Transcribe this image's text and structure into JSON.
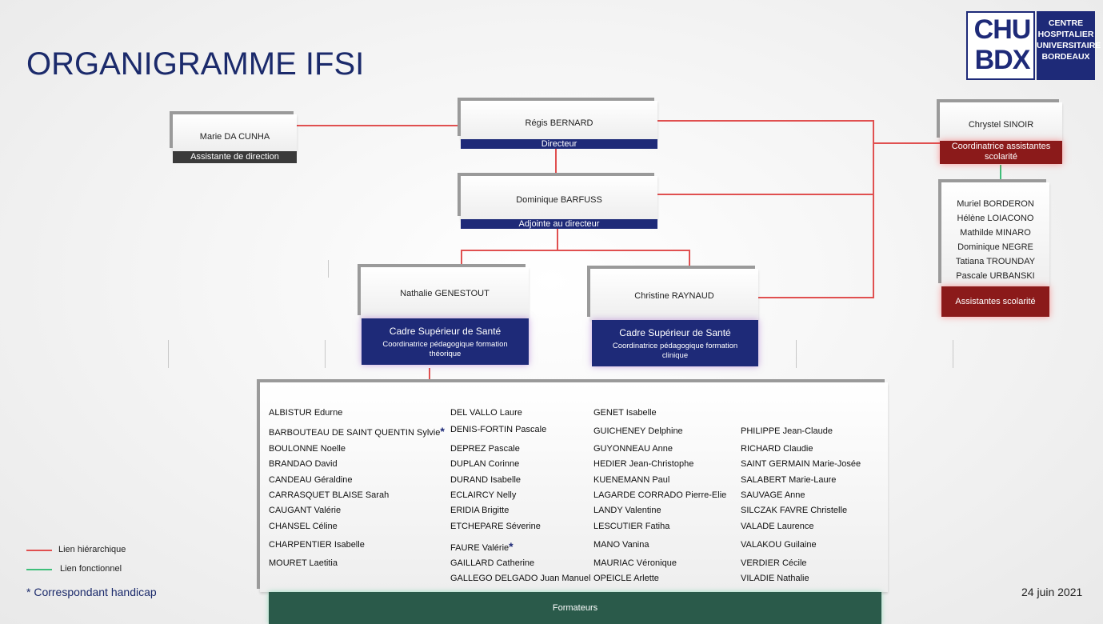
{
  "title": "ORGANIGRAMME IFSI",
  "logo": {
    "line1": "CHU",
    "line2": "BDX",
    "text": [
      "CENTRE",
      "HOSPITALIER",
      "UNIVERSITAIRE",
      "BORDEAUX"
    ]
  },
  "nodes": {
    "assistant": {
      "name": "Marie DA CUNHA",
      "role": "Assistante de direction"
    },
    "director": {
      "name": "Régis BERNARD",
      "role": "Directeur"
    },
    "deputy": {
      "name": "Dominique BARFUSS",
      "role": "Adjointe au directeur"
    },
    "coord_theory": {
      "name": "Nathalie GENESTOUT",
      "role": "Cadre Supérieur de Santé",
      "sub": "Coordinatrice pédagogique formation théorique"
    },
    "coord_clinic": {
      "name": "Christine RAYNAUD",
      "role": "Cadre Supérieur de Santé",
      "sub": "Coordinatrice pédagogique formation clinique"
    },
    "coord_assist": {
      "name": "Chrystel SINOIR",
      "role": "Coordinatrice assistantes scolarité"
    },
    "assistants": {
      "names": [
        "Muriel BORDERON",
        "Hélène LOIACONO",
        "Mathilde MINARO",
        "Dominique NEGRE",
        "Tatiana TROUNDAY",
        "Pascale URBANSKI"
      ],
      "role": "Assistantes scolarité"
    }
  },
  "trainers": {
    "role": "Formateurs",
    "col1": [
      "ALBISTUR Edurne",
      "BARBOUTEAU DE SAINT QUENTIN Sylvie",
      "BOULONNE Noelle",
      "BRANDAO David",
      "CANDEAU Géraldine",
      "CARRASQUET BLAISE Sarah",
      "CAUGANT Valérie",
      "CHANSEL Céline",
      "CHARPENTIER Isabelle",
      "MOURET Laetitia"
    ],
    "col2": [
      "DEL VALLO Laure",
      "DENIS-FORTIN Pascale",
      "DEPREZ Pascale",
      "DUPLAN Corinne",
      "DURAND Isabelle",
      "ECLAIRCY Nelly",
      "ERIDIA Brigitte",
      "ETCHEPARE Séverine",
      "FAURE Valérie",
      "GAILLARD Catherine",
      "GALLEGO DELGADO Juan Manuel"
    ],
    "col3": [
      "GENET Isabelle",
      "GUICHENEY Delphine",
      "GUYONNEAU Anne",
      "HEDIER Jean-Christophe",
      "KUENEMANN Paul",
      "LAGARDE CORRADO Pierre-Elie",
      "LANDY Valentine",
      "LESCUTIER Fatiha",
      "MANO Vanina",
      "MAURIAC Véronique",
      "OPEICLE Arlette"
    ],
    "col4": [
      "PHILIPPE Jean-Claude",
      "RICHARD Claudie",
      "SAINT GERMAIN Marie-Josée",
      "SALABERT Marie-Laure",
      "SAUVAGE Anne",
      "SILCZAK FAVRE Christelle",
      "VALADE Laurence",
      "VALAKOU Guilaine",
      "VERDIER Cécile",
      "VILADIE Nathalie"
    ],
    "star": "*"
  },
  "legend": {
    "hierarchical": "Lien hiérarchique",
    "functional": "Lien fonctionnel",
    "hierarchical_color": "#e05050",
    "functional_color": "#3fbf7a"
  },
  "footnote": "* Correspondant handicap",
  "date": "24 juin 2021",
  "colors": {
    "navy": "#1e2a78",
    "dark_red": "#8b1a1a",
    "dark_gray": "#3a3a3a",
    "dark_green": "#2a5a4a",
    "title": "#1b2a6b"
  }
}
